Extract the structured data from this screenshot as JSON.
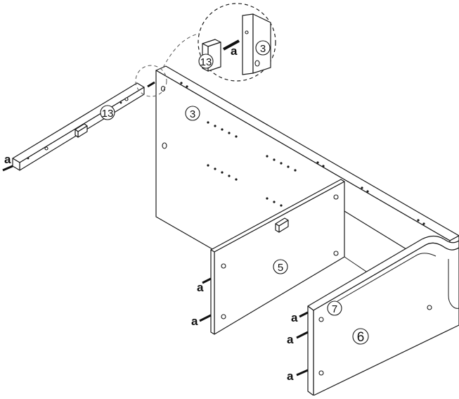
{
  "parts": {
    "back_panel": "3",
    "side_panel_left": "5",
    "side_panel_right": "6",
    "rail": "13",
    "top_front": "7"
  },
  "detail": {
    "part_a": "13",
    "part_b": "3",
    "screw": "a"
  },
  "screw_label": "a"
}
